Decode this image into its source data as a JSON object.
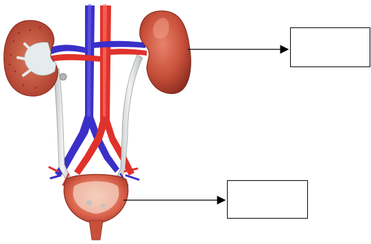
{
  "figure": {
    "subject": "urinary system",
    "label_boxes": [
      {
        "id": "kidney-label",
        "text": ""
      },
      {
        "id": "bladder-label",
        "text": ""
      }
    ],
    "colors": {
      "vein": "#3a2fc8",
      "artery": "#e0322c",
      "kidney": "#c8503a",
      "ureter": "#d8dcdc",
      "bladder": "#d9604a",
      "arrow": "#000000"
    }
  }
}
